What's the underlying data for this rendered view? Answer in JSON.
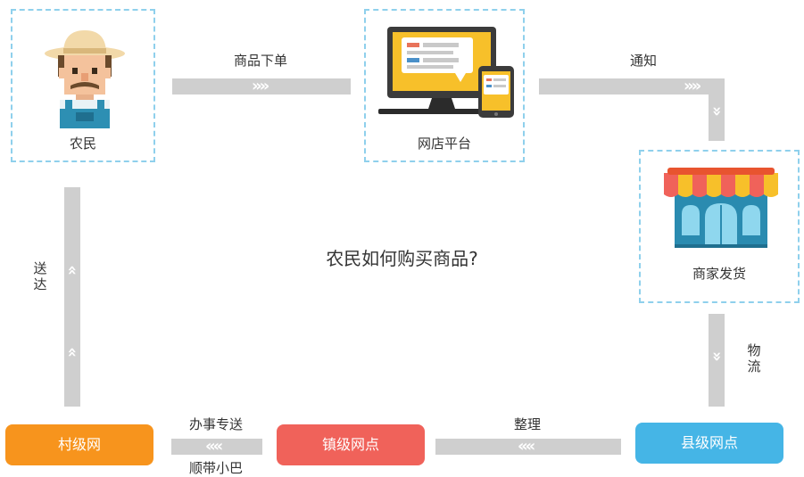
{
  "center_question": "农民如何购买商品?",
  "nodes": {
    "farmer": {
      "label": "农民"
    },
    "platform": {
      "label": "网店平台"
    },
    "merchant": {
      "label": "商家发货"
    },
    "county": {
      "label": "县级网点"
    },
    "town": {
      "label": "镇级网点"
    },
    "village": {
      "label": "村级网"
    }
  },
  "edges": {
    "order": "商品下单",
    "notify": "通知",
    "logistics_1": "物",
    "logistics_2": "流",
    "organize": "整理",
    "errand_top": "办事专送",
    "errand_bottom": "顺带小巴",
    "deliver_1": "送",
    "deliver_2": "达"
  },
  "colors": {
    "dashed_border": "#8fd0ec",
    "arrow_gray": "#cfcfcf",
    "village_orange": "#f7941d",
    "town_red": "#f0625a",
    "county_blue": "#45b5e6"
  }
}
